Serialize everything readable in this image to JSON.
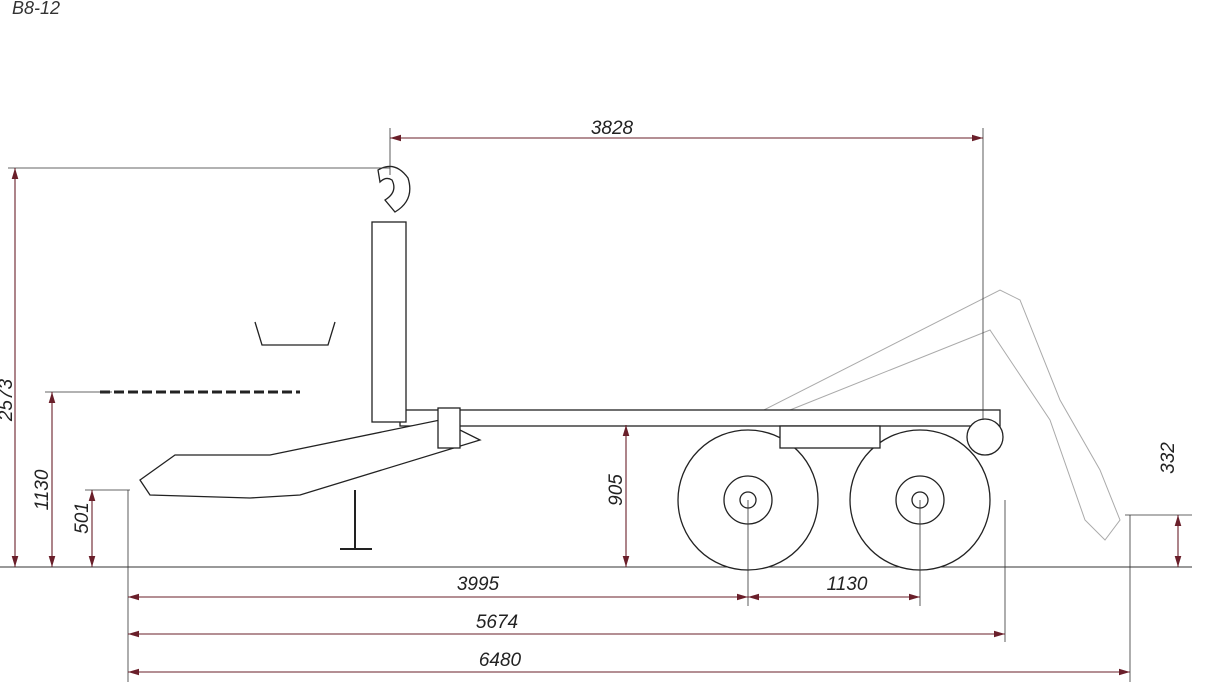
{
  "title": "B8-12",
  "dimensions": {
    "hook_to_rear": "3828",
    "total_height": "2573",
    "chain_height": "1130",
    "drawbar_height": "501",
    "frame_height": "905",
    "hook_rear_height": "332",
    "drawbar_to_axle1": "3995",
    "axle_spacing": "1130",
    "drawbar_to_frame_end": "5674",
    "overall_length": "6480"
  }
}
